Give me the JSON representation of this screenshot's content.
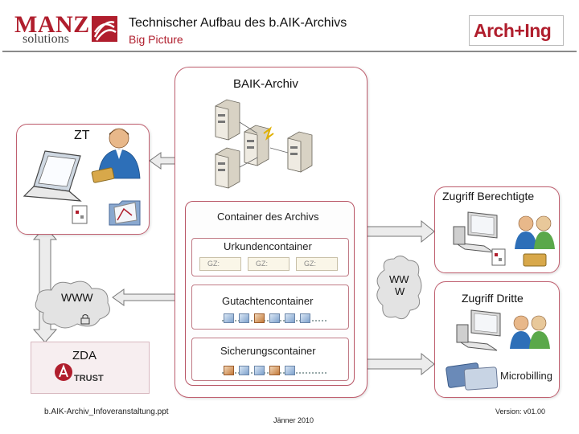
{
  "header": {
    "logo_left_brand": "MANZ",
    "logo_left_sub": "solutions",
    "title": "Technischer Aufbau des b.AIK-Archivs",
    "subtitle": "Big Picture",
    "logo_right": "Arch+Ing"
  },
  "diagram": {
    "archiv": "BAIK-Archiv",
    "zt": "ZT",
    "container_des_archivs": "Container des Archivs",
    "urkundencontainer": "Urkundencontainer",
    "gz_labels": [
      "GZ:",
      "GZ:",
      "GZ:"
    ],
    "gutachtencontainer": "Gutachtencontainer",
    "sicherungscontainer": "Sicherungscontainer",
    "www_left": "WWW",
    "www_mid_line1": "WW",
    "www_mid_line2": "W",
    "zda": "ZDA",
    "trust_logo": "TRUST",
    "zugriff_berechtigte": "Zugriff Berechtigte",
    "zugriff_dritte": "Zugriff Dritte",
    "microbilling": "Microbilling"
  },
  "footer": {
    "file": "b.AIK-Archiv_Infoveranstaltung.ppt",
    "date": "Jänner 2010",
    "version": "Version: v01.00"
  },
  "colors": {
    "brand_red": "#b01e2d",
    "box_border": "#c06070",
    "arrow_gray": "#d0d0d0"
  }
}
